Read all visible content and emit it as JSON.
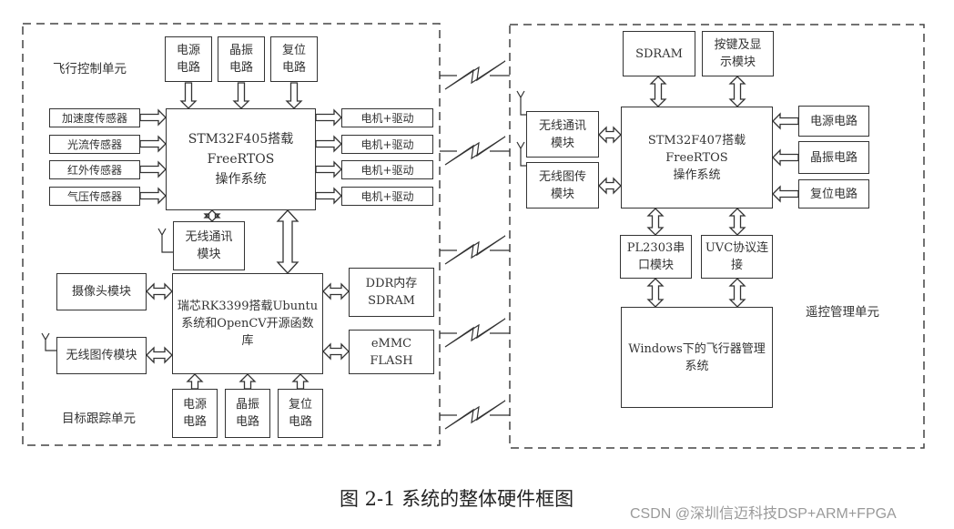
{
  "flight_control_unit": {
    "title": "飞行控制单元",
    "top_circuits": [
      "电源\n电路",
      "晶振\n电路",
      "复位\n电路"
    ],
    "sensors": [
      "加速度传感器",
      "光流传感器",
      "红外传感器",
      "气压传感器"
    ],
    "mcu": "STM32F405搭载\nFreeRTOS\n操作系统",
    "motors": [
      "电机+驱动",
      "电机+驱动",
      "电机+驱动",
      "电机+驱动"
    ],
    "wireless_comm": "无线通讯\n模块"
  },
  "target_tracking_unit": {
    "title": "目标跟踪单元",
    "camera": "摄像头模块",
    "wireless_video": "无线图传模块",
    "soc": "瑞芯RK3399搭载Ubuntu\n系统和OpenCV开源函数\n库",
    "ddr": "DDR内存\nSDRAM",
    "emmc": "eMMC FLASH",
    "bottom_circuits": [
      "电源\n电路",
      "晶振\n电路",
      "复位\n电路"
    ]
  },
  "remote_management_unit": {
    "title": "遥控管理单元",
    "sdram": "SDRAM",
    "keys_display": "按键及显\n示模块",
    "mcu": "STM32F407搭载FreeRTOS\n操作系统",
    "wireless_comm": "无线通讯\n模块",
    "wireless_video": "无线图传\n模块",
    "circuits": [
      "电源电路",
      "晶振电路",
      "复位电路"
    ],
    "pl2303": "PL2303串\n口模块",
    "uvc": "UVC协议连\n接",
    "windows_app": "Windows下的飞行器管理\n系统"
  },
  "wireless_links": 5,
  "caption": "图 2-1  系统的整体硬件框图",
  "watermark": "CSDN @深圳信迈科技DSP+ARM+FPGA"
}
